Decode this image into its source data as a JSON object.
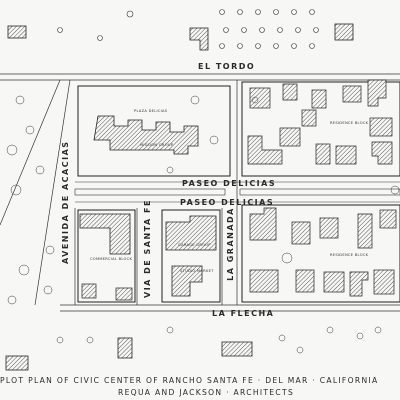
{
  "streets": {
    "el_toro": "EL TORDO",
    "paseo_delicias_upper": "PASEO DELICIAS",
    "paseo_delicias_lower": "PASEO DELICIAS",
    "la_flecha": "LA FLECHA",
    "avenida_de_acacias": "AVENIDA DE ACACIAS",
    "via_de_santa_fe": "VIA DE SANTA FE",
    "la_granada": "LA GRANADA"
  },
  "blocks": {
    "plaza": "PLAZA DELICIAS",
    "mission_group": "MISSION GROUP",
    "residence_upper": "RESIDENCE BLOCK",
    "residence_lower": "RESIDENCE BLOCK",
    "commercial": "COMMERCIAL BLOCK",
    "garage": "GARAGE GROUP",
    "studio": "STUDIO MARKET"
  },
  "caption": {
    "line1": "PLOT PLAN OF CIVIC CENTER OF RANCHO SANTA FE · DEL MAR · CALIFORNIA",
    "line2": "REQUA AND JACKSON · ARCHITECTS"
  },
  "colors": {
    "ink": "#2a2a2a",
    "paper": "#f7f7f5",
    "hatch": "#555555"
  }
}
